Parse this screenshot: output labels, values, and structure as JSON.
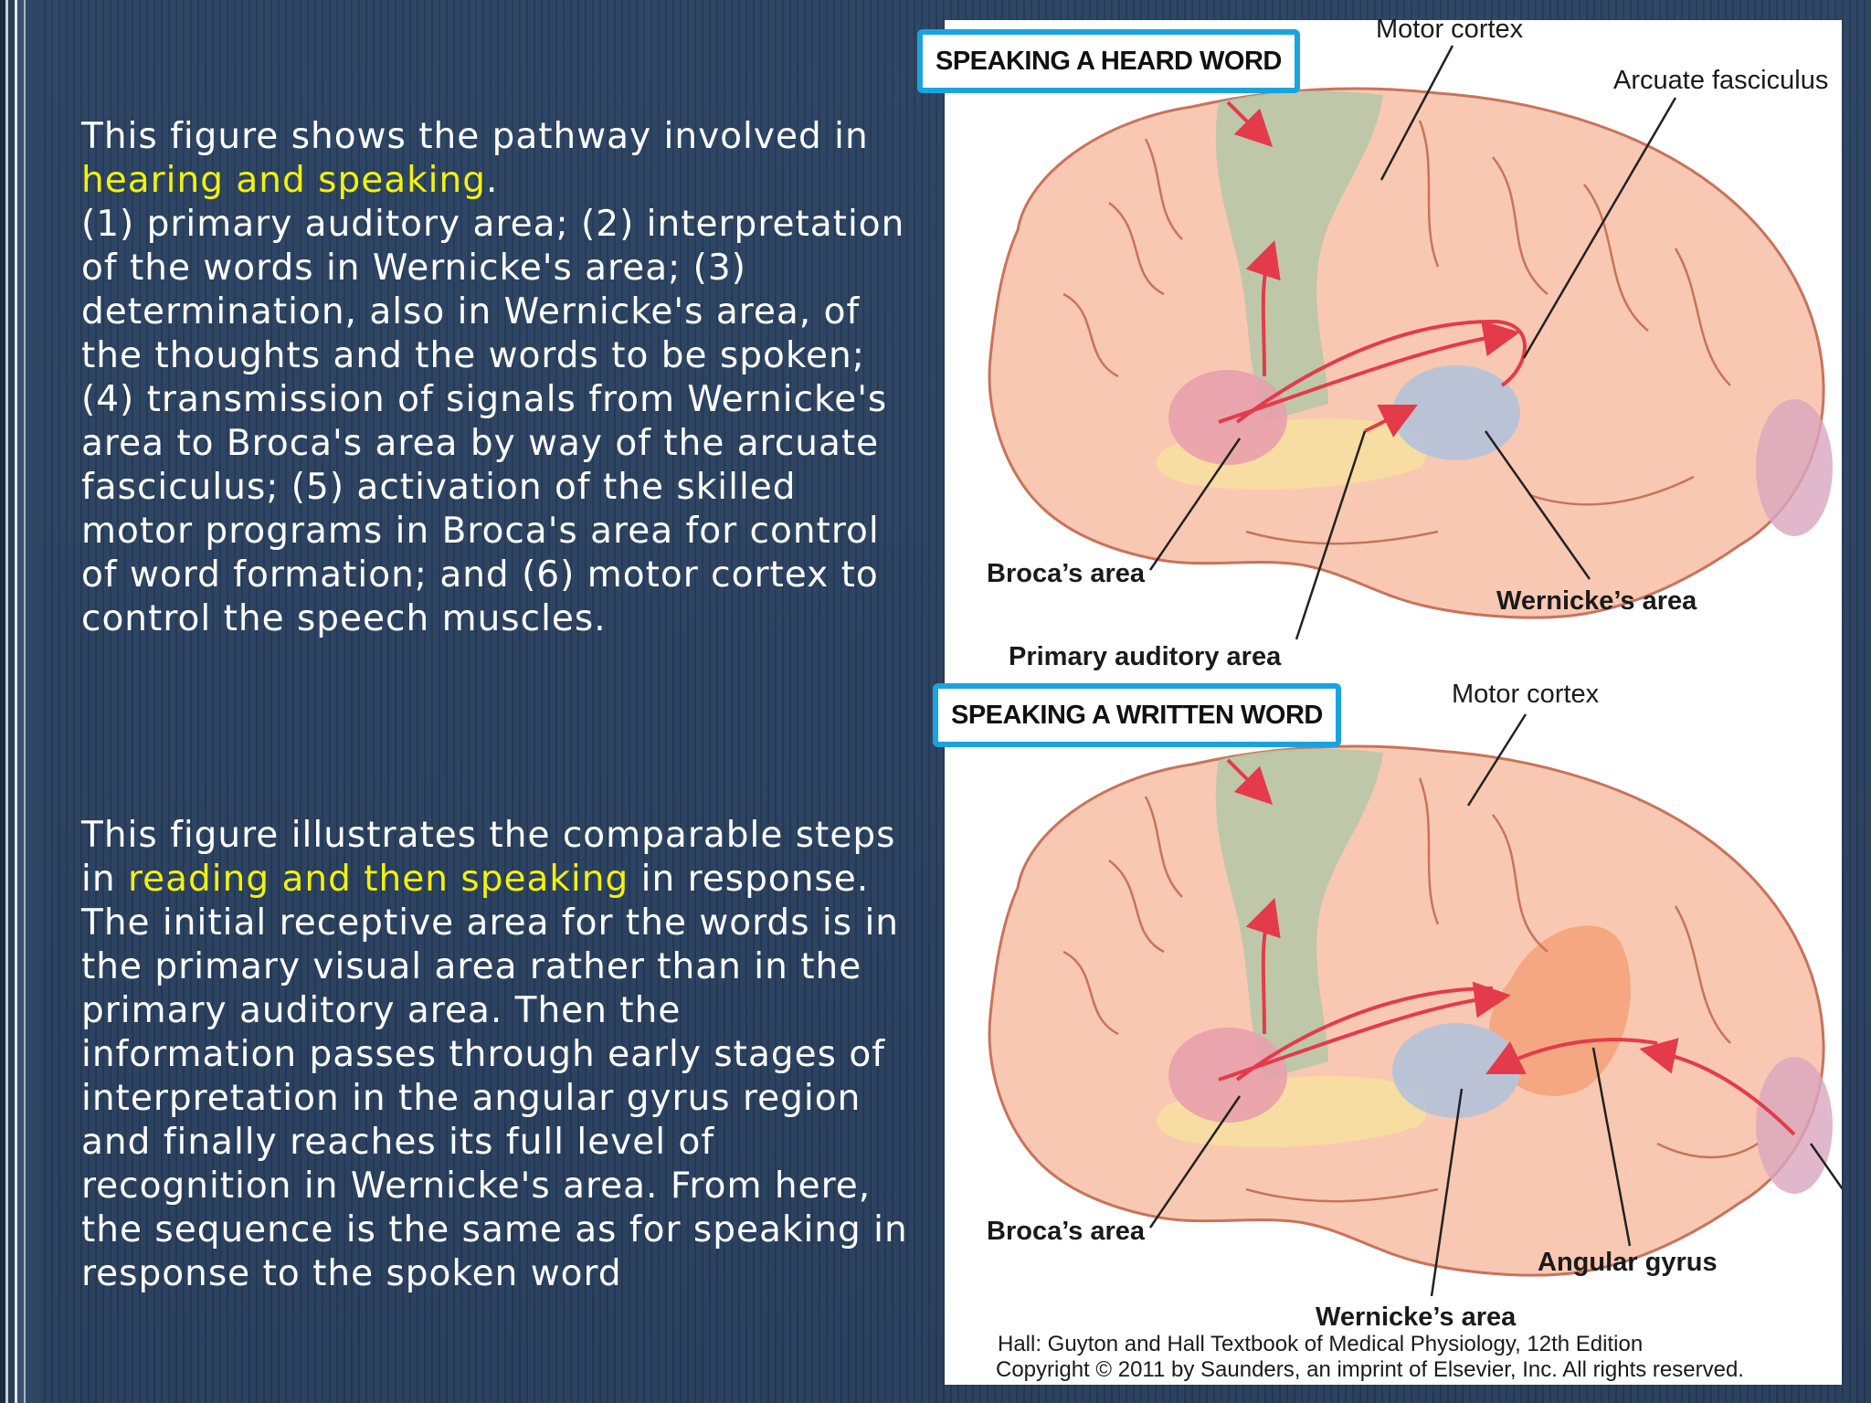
{
  "left_text": {
    "p1_prefix": "This figure shows the pathway involved in ",
    "p1_highlight": "hearing and speaking",
    "p1_suffix": ".",
    "p1_body": "(1) primary auditory area; (2) interpretation of the words in Wernicke's area; (3) determination, also in Wernicke's area, of the thoughts and the words to be spoken; (4) transmission of signals from Wernicke's area to Broca's area by way of the arcuate fasciculus; (5) activation of the skilled motor programs in Broca's area for control of word formation; and (6) motor cortex to control the speech muscles.",
    "p2_prefix": "This figure illustrates the comparable steps in ",
    "p2_highlight": "reading and then speaking",
    "p2_suffix": " in response. The initial receptive area for the words is in the primary visual area rather than in the primary auditory area. Then the information passes through early stages of interpretation in the angular gyrus region and finally reaches its full level of recognition in Wernicke's area. From here, the sequence is the same as for speaking in response to the spoken word"
  },
  "figure": {
    "top": {
      "title": "SPEAKING A HEARD WORD",
      "motor_cortex": "Motor cortex",
      "arcuate": "Arcuate fasciculus",
      "broca": "Broca’s area",
      "wernicke": "Wernicke’s area",
      "auditory": "Primary auditory area"
    },
    "bottom": {
      "title": "SPEAKING A WRITTEN WORD",
      "motor_cortex": "Motor cortex",
      "broca": "Broca’s area",
      "angular": "Angular gyrus",
      "wernicke": "Wernicke’s area"
    },
    "caption_line1": "Hall: Guyton and Hall Textbook of Medical Physiology, 12th Edition",
    "caption_line2": "Copyright © 2011 by Saunders, an imprint of Elsevier, Inc. All rights reserved."
  },
  "colors": {
    "highlight": "#f4f20a",
    "title_border": "#1aa3e0",
    "brain_fill": "#f9c8b2",
    "motor_area": "#b7c6a6",
    "wernicke_area": "#b6c3d8",
    "broca_area": "#e8a0ac",
    "auditory_area": "#f7dea0",
    "angular_area": "#f3a37a",
    "visual_area": "#d9a6be",
    "pathway": "#e33b4a"
  }
}
